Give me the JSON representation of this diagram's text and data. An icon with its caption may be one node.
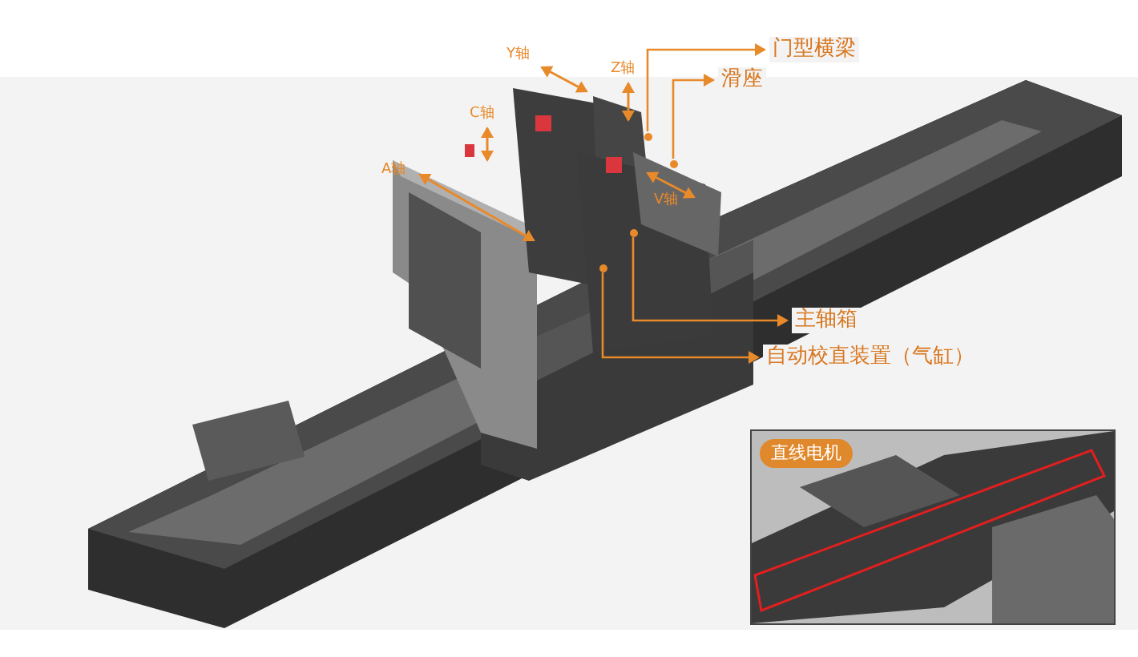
{
  "diagram": {
    "nodes": [
      {
        "text": [
          "门型横梁"
        ]
      },
      {
        "text": [
          "滑座"
        ]
      },
      {
        "text": [
          "主轴箱"
        ]
      },
      {
        "text": [
          "自动校直装置（气缸）"
        ]
      },
      {
        "text": [],
        "shape": "picture"
      },
      {
        "text": [
          "直线电机"
        ],
        "in": 4
      },
      {
        "text": [],
        "shape": "circle"
      },
      {
        "text": [],
        "shape": "circle"
      },
      {
        "text": [],
        "shape": "circle"
      },
      {
        "text": [],
        "shape": "circle"
      }
    ],
    "edges": [
      {
        "from": 6,
        "to": 0,
        "arrow": "to"
      },
      {
        "from": 7,
        "to": 1,
        "arrow": "to"
      },
      {
        "from": 8,
        "to": 2,
        "arrow": "to"
      },
      {
        "from": 9,
        "to": 3,
        "arrow": "to"
      }
    ],
    "labels": [
      "Y轴",
      "Z轴",
      "C轴",
      "A轴",
      "V轴"
    ]
  }
}
